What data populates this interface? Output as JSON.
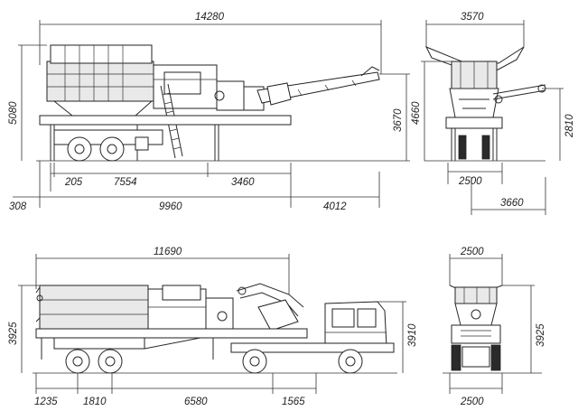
{
  "dimensions": {
    "top_side": {
      "total_length": "14280",
      "total_height": "5080",
      "conveyor_height": "3670",
      "seg_205": "205",
      "seg_7554": "7554",
      "seg_3460": "3460",
      "seg_308": "308",
      "seg_9960": "9960",
      "seg_4012": "4012"
    },
    "top_end": {
      "width_top": "3570",
      "height_left": "4660",
      "height_right": "2810",
      "width_bottom": "2500",
      "width_offset": "3660"
    },
    "bottom_side": {
      "total_length": "11690",
      "height_left": "3925",
      "height_right": "3910",
      "seg_1235": "1235",
      "seg_1810": "1810",
      "seg_6580": "6580",
      "seg_1565": "1565"
    },
    "bottom_end": {
      "width_top": "2500",
      "height_right": "3925",
      "width_bottom": "2500"
    }
  }
}
